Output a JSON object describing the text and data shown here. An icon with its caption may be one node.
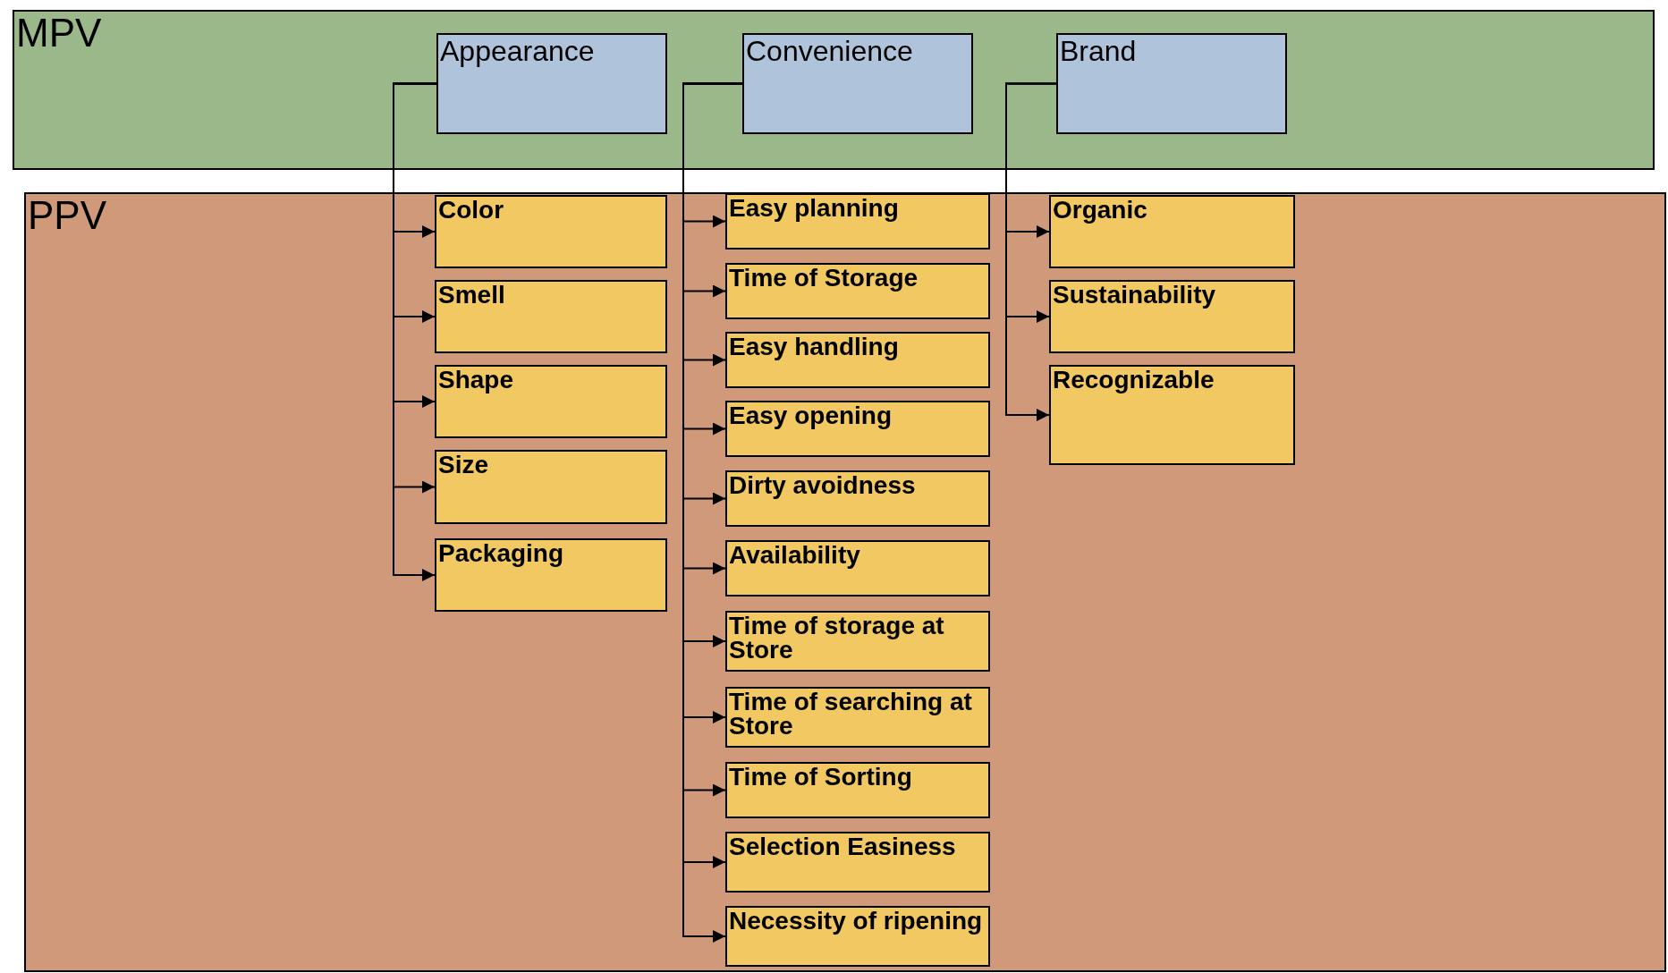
{
  "diagram": {
    "nodes": [
      {
        "text": [
          "MPV"
        ]
      },
      {
        "text": [
          "Appearance"
        ],
        "in": 0
      },
      {
        "text": [
          "Convenience"
        ],
        "in": 0
      },
      {
        "text": [
          "Brand"
        ],
        "in": 0
      },
      {
        "text": [
          "PPV"
        ]
      },
      {
        "text": [
          "Color"
        ],
        "in": 4
      },
      {
        "text": [
          "Smell"
        ],
        "in": 4
      },
      {
        "text": [
          "Shape"
        ],
        "in": 4
      },
      {
        "text": [
          "Size"
        ],
        "in": 4
      },
      {
        "text": [
          "Packaging"
        ],
        "in": 4
      },
      {
        "text": [
          "Easy planning"
        ],
        "in": 4
      },
      {
        "text": [
          "Time of Storage"
        ],
        "in": 4
      },
      {
        "text": [
          "Easy handling"
        ],
        "in": 4
      },
      {
        "text": [
          "Easy opening"
        ],
        "in": 4
      },
      {
        "text": [
          "Dirty avoidness"
        ],
        "in": 4
      },
      {
        "text": [
          "Availability"
        ],
        "in": 4
      },
      {
        "text": [
          "Time of storage at Store"
        ],
        "in": 4
      },
      {
        "text": [
          "Time of searching at Store"
        ],
        "in": 4
      },
      {
        "text": [
          "Time of Sorting"
        ],
        "in": 4
      },
      {
        "text": [
          "Selection Easiness"
        ],
        "in": 4
      },
      {
        "text": [
          "Necessity of ripening"
        ],
        "in": 4
      },
      {
        "text": [
          "Organic"
        ],
        "in": 4
      },
      {
        "text": [
          "Sustainability"
        ],
        "in": 4
      },
      {
        "text": [
          "Recognizable"
        ],
        "in": 4
      }
    ],
    "edges": [
      {
        "from": 1,
        "to": 5,
        "arrow": "to"
      },
      {
        "from": 1,
        "to": 6,
        "arrow": "to"
      },
      {
        "from": 1,
        "to": 7,
        "arrow": "to"
      },
      {
        "from": 1,
        "to": 8,
        "arrow": "to"
      },
      {
        "from": 1,
        "to": 9,
        "arrow": "to"
      },
      {
        "from": 2,
        "to": 10,
        "arrow": "to"
      },
      {
        "from": 2,
        "to": 11,
        "arrow": "to"
      },
      {
        "from": 2,
        "to": 12,
        "arrow": "to"
      },
      {
        "from": 2,
        "to": 13,
        "arrow": "to"
      },
      {
        "from": 2,
        "to": 14,
        "arrow": "to"
      },
      {
        "from": 2,
        "to": 15,
        "arrow": "to"
      },
      {
        "from": 2,
        "to": 16,
        "arrow": "to"
      },
      {
        "from": 2,
        "to": 17,
        "arrow": "to"
      },
      {
        "from": 2,
        "to": 18,
        "arrow": "to"
      },
      {
        "from": 2,
        "to": 19,
        "arrow": "to"
      },
      {
        "from": 2,
        "to": 20,
        "arrow": "to"
      },
      {
        "from": 3,
        "to": 21,
        "arrow": "to"
      },
      {
        "from": 3,
        "to": 22,
        "arrow": "to"
      },
      {
        "from": 3,
        "to": 23,
        "arrow": "to"
      }
    ]
  }
}
